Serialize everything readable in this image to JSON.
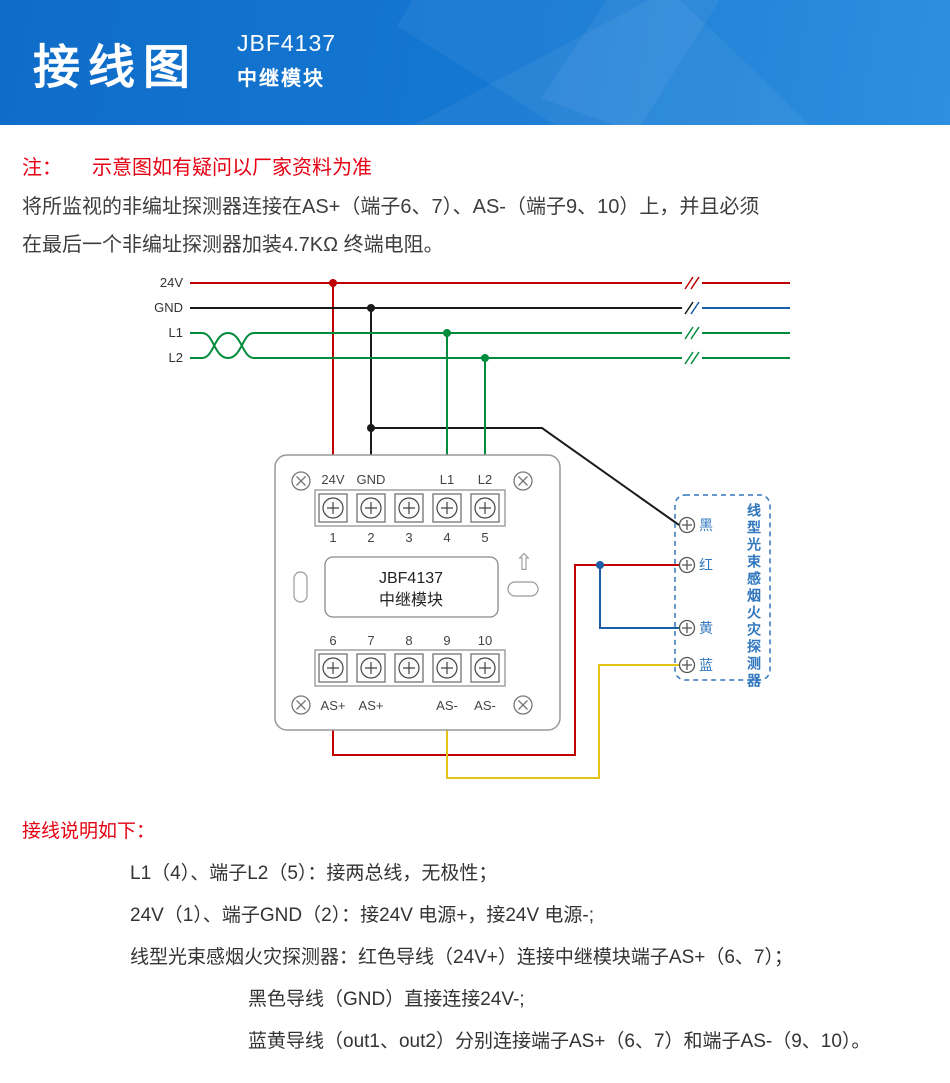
{
  "header": {
    "title": "接线图",
    "model": "JBF4137",
    "subtitle": "中继模块"
  },
  "note": {
    "label": "注：",
    "text": "示意图如有疑问以厂家资料为准"
  },
  "intro": {
    "lines": [
      "将所监视的非编址探测器连接在AS+（端子6、7）、AS-（端子9、10）上，并且必须",
      "在最后一个非编址探测器加装4.7KΩ 终端电阻。"
    ]
  },
  "diagram": {
    "bus_labels": [
      "24V",
      "GND",
      "L1",
      "L2"
    ],
    "module": {
      "model": "JBF4137",
      "name": "中继模块",
      "top_labels": [
        "24V",
        "GND",
        "L1",
        "L2"
      ],
      "top_numbers": [
        "1",
        "2",
        "3",
        "4",
        "5"
      ],
      "bottom_numbers": [
        "6",
        "7",
        "8",
        "9",
        "10"
      ],
      "bottom_labels": [
        "AS+",
        "AS+",
        "AS-",
        "AS-"
      ]
    },
    "detector": {
      "name": "线型光束感烟火灾探测器",
      "terminals": [
        "黑",
        "红",
        "黄",
        "蓝"
      ]
    },
    "icons": {
      "up_arrow": "⇧"
    },
    "colors": {
      "red": "#c00000",
      "black": "#1a1a1a",
      "green": "#008c3c",
      "blue": "#1b5fa8",
      "yellow": "#e3c416",
      "detector": "#3077be",
      "header": "#1478d2"
    }
  },
  "instructions": {
    "title": "接线说明如下：",
    "lines": [
      "L1（4）、端子L2（5）：接两总线，无极性；",
      "24V（1）、端子GND（2）：接24V 电源+，接24V 电源-;",
      "线型光束感烟火灾探测器：红色导线（24V+）连接中继模块端子AS+（6、7）；",
      "黑色导线（GND）直接连接24V-;",
      "蓝黄导线（out1、out2）分别连接端子AS+（6、7）和端子AS-（9、10）。"
    ]
  }
}
